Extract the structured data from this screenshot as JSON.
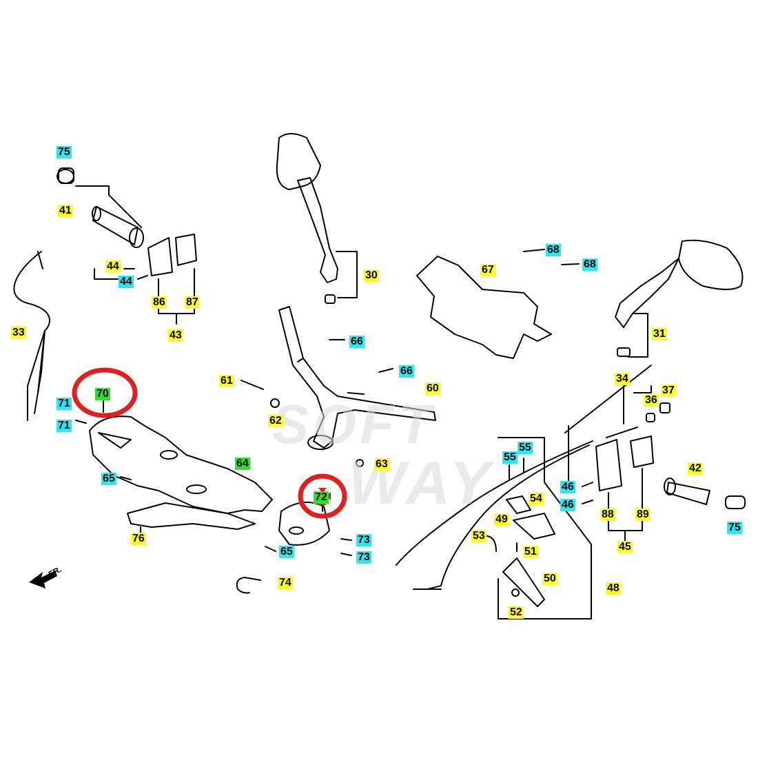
{
  "watermark": {
    "line1": "SOFT",
    "line2": "WAY"
  },
  "direction_label": "FR.",
  "highlight_colors": {
    "yellow": "#fffd2a",
    "cyan": "#2ee6ef",
    "green": "#2fe02f",
    "marker_red": "#e02020"
  },
  "parts": [
    {
      "id": "75",
      "hl": "cyan"
    },
    {
      "id": "41",
      "hl": "yellow"
    },
    {
      "id": "44",
      "hl": "yellow"
    },
    {
      "id": "44",
      "hl": "cyan"
    },
    {
      "id": "86",
      "hl": "yellow"
    },
    {
      "id": "87",
      "hl": "yellow"
    },
    {
      "id": "43",
      "hl": "yellow"
    },
    {
      "id": "33",
      "hl": "yellow"
    },
    {
      "id": "30",
      "hl": "yellow"
    },
    {
      "id": "67",
      "hl": "yellow"
    },
    {
      "id": "68",
      "hl": "cyan"
    },
    {
      "id": "68",
      "hl": "cyan"
    },
    {
      "id": "31",
      "hl": "yellow"
    },
    {
      "id": "66",
      "hl": "cyan"
    },
    {
      "id": "66",
      "hl": "cyan"
    },
    {
      "id": "60",
      "hl": "yellow"
    },
    {
      "id": "61",
      "hl": "yellow"
    },
    {
      "id": "62",
      "hl": "yellow"
    },
    {
      "id": "63",
      "hl": "yellow"
    },
    {
      "id": "34",
      "hl": "yellow"
    },
    {
      "id": "36",
      "hl": "yellow"
    },
    {
      "id": "37",
      "hl": "yellow"
    },
    {
      "id": "70",
      "hl": "green"
    },
    {
      "id": "71",
      "hl": "cyan"
    },
    {
      "id": "71",
      "hl": "cyan"
    },
    {
      "id": "64",
      "hl": "green"
    },
    {
      "id": "65",
      "hl": "cyan"
    },
    {
      "id": "72",
      "hl": "green"
    },
    {
      "id": "76",
      "hl": "yellow"
    },
    {
      "id": "73",
      "hl": "cyan"
    },
    {
      "id": "73",
      "hl": "cyan"
    },
    {
      "id": "65",
      "hl": "cyan"
    },
    {
      "id": "74",
      "hl": "yellow"
    },
    {
      "id": "55",
      "hl": "cyan"
    },
    {
      "id": "55",
      "hl": "cyan"
    },
    {
      "id": "54",
      "hl": "yellow"
    },
    {
      "id": "49",
      "hl": "yellow"
    },
    {
      "id": "53",
      "hl": "yellow"
    },
    {
      "id": "51",
      "hl": "yellow"
    },
    {
      "id": "50",
      "hl": "yellow"
    },
    {
      "id": "52",
      "hl": "yellow"
    },
    {
      "id": "48",
      "hl": "yellow"
    },
    {
      "id": "46",
      "hl": "cyan"
    },
    {
      "id": "46",
      "hl": "cyan"
    },
    {
      "id": "88",
      "hl": "yellow"
    },
    {
      "id": "89",
      "hl": "yellow"
    },
    {
      "id": "45",
      "hl": "yellow"
    },
    {
      "id": "42",
      "hl": "yellow"
    },
    {
      "id": "75",
      "hl": "cyan"
    }
  ]
}
